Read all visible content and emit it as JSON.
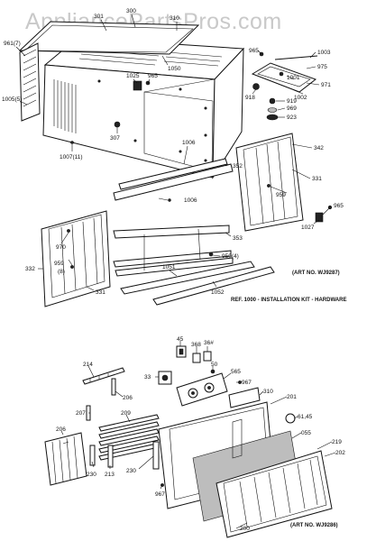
{
  "watermark": "AppliancePartsPros.com",
  "notes": {
    "art_no_upper": "(ART NO. WJ9287)",
    "ref_note": "REF. 1000 - INSTALLATION KIT - HARDWARE",
    "art_no_lower": "(ART NO. WJ9286)"
  },
  "labels": {
    "l300": "300",
    "l301": "301",
    "l310": "310",
    "l961": "961(7)",
    "l1005": "1005(5)",
    "l1025": "1025",
    "l965a": "965",
    "l1050": "1050",
    "l307": "307",
    "l1007": "1007(11)",
    "l965b": "965",
    "l1003": "1003",
    "l975": "975",
    "l1001": "1001",
    "l971": "971",
    "l918": "918",
    "l1002": "1002",
    "l919": "919",
    "l969": "969",
    "l923": "923",
    "l1006a": "1006",
    "l352": "352",
    "l342": "342",
    "l331a": "331",
    "l1006b": "1006",
    "l959a": "959",
    "l965c": "965",
    "l1027": "1027",
    "l970": "970",
    "l353": "353",
    "l959b": "959",
    "l8": "(8)",
    "l950": "950(4)",
    "l332": "332",
    "l1051": "1051",
    "l331b": "331",
    "l1052": "1052",
    "l45": "45",
    "l368": "368",
    "l36x": "36#",
    "l50": "50",
    "l214": "214",
    "l33": "33",
    "l565": "565",
    "l967a": "967",
    "l206a": "206",
    "l310b": "310",
    "l201": "201",
    "l207": "207",
    "l209": "209",
    "l6145": "61,45",
    "l206b": "206",
    "l055": "055",
    "l219": "219",
    "l202": "202",
    "l230a": "230",
    "l213": "213",
    "l230b": "230",
    "l967b": "967",
    "l200": "200"
  }
}
